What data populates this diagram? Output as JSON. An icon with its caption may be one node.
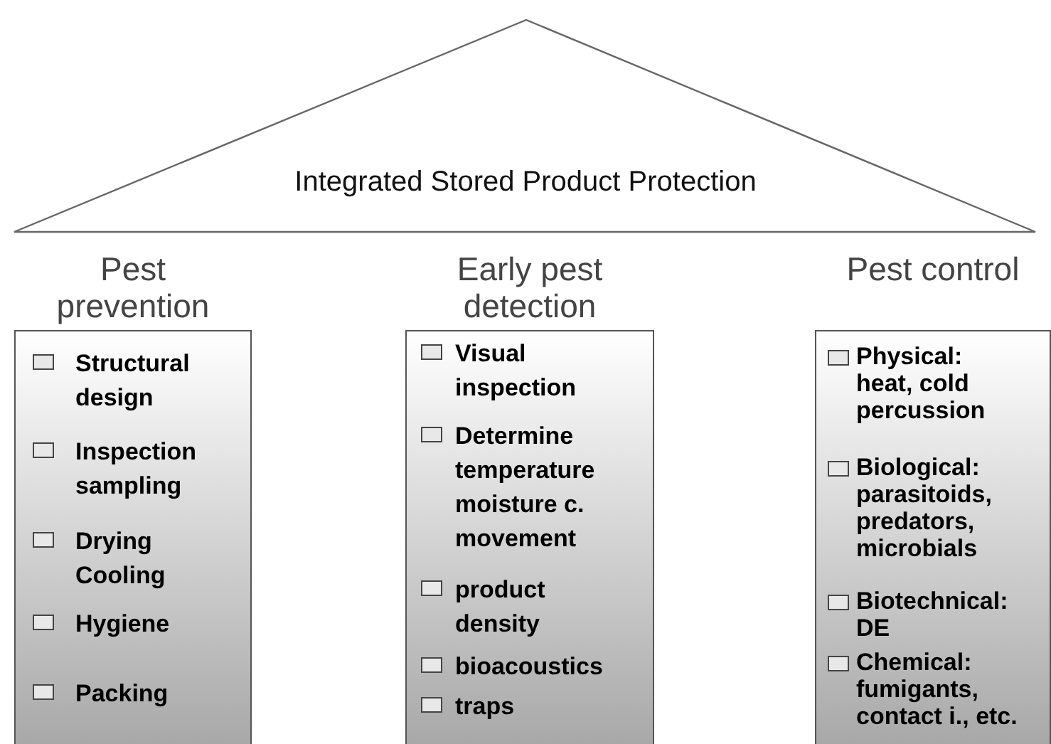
{
  "diagram": {
    "nodes": [
      {
        "text": [
          "Integrated Stored Product Protection"
        ]
      },
      {
        "text": [
          "Pest prevention",
          "Structural design",
          "Inspection sampling",
          "Drying Cooling",
          "Hygiene",
          "Packing"
        ]
      },
      {
        "text": [
          "Early pest detection",
          "Visual inspection",
          "Determine temperature moisture c. movement",
          "product density",
          "bioacoustics",
          "traps"
        ]
      },
      {
        "text": [
          "Pest control",
          "Physical: heat, cold percussion",
          "Biological: parasitoids, predators, microbials",
          "Biotechnical: DE",
          "Chemical: fumigants, contact i., etc."
        ]
      }
    ]
  }
}
